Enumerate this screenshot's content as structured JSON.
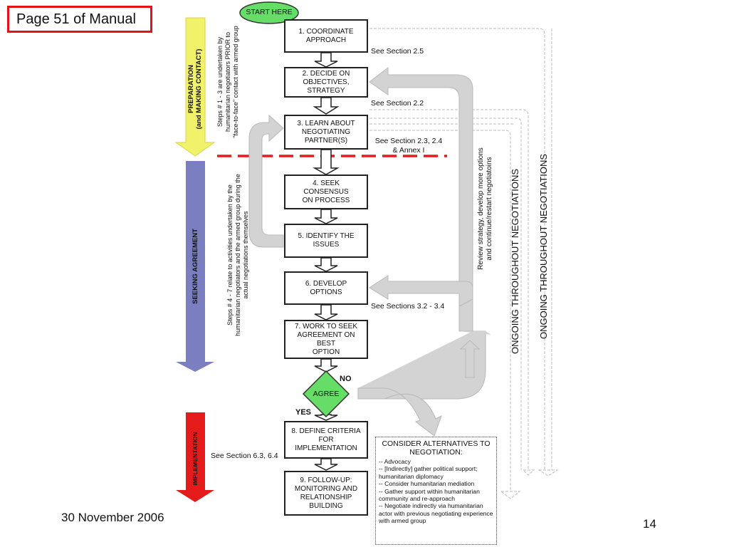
{
  "header": {
    "page_label": "Page 51 of Manual"
  },
  "footer": {
    "date": "30 November 2006",
    "slide_number": "14"
  },
  "start": {
    "label": "START HERE"
  },
  "phases": {
    "preparation": {
      "label": "PREPARATION\n(and MAKING CONTACT)",
      "color": "#f2f26a"
    },
    "seeking": {
      "label": "SEEKING AGREEMENT",
      "color": "#7b7fc1"
    },
    "implementation": {
      "label": "IMPLEMENTATION",
      "color": "#e51b1b"
    }
  },
  "phase_notes": {
    "preparation": "Steps # 1 - 3 are undertaken by\nhumanitarian negotiators PRIOR to\n\"face-to-face\" contact with armed group",
    "seeking": "Steps # 4 - 7 relate to activities undertaken by the\nhumanitarian negotiators and the armed group during the\nactual negotiations themselves"
  },
  "steps": [
    {
      "id": "1",
      "label": "1.  COORDINATE\nAPPROACH",
      "reference": "See Section 2.5"
    },
    {
      "id": "2",
      "label": "2.  DECIDE ON\nOBJECTIVES,\nSTRATEGY",
      "reference": "See Section 2.2"
    },
    {
      "id": "3",
      "label": "3.  LEARN ABOUT\nNEGOTIATING\nPARTNER(S)",
      "reference": "See Section 2.3, 2.4\n& Annex I"
    },
    {
      "id": "4",
      "label": "4.  SEEK CONSENSUS\nON PROCESS",
      "reference": ""
    },
    {
      "id": "5",
      "label": "5.  IDENTIFY THE\nISSUES",
      "reference": ""
    },
    {
      "id": "6",
      "label": "6.  DEVELOP OPTIONS",
      "reference": "See Sections 3.2 - 3.4"
    },
    {
      "id": "7",
      "label": "7.  WORK TO SEEK\nAGREEMENT ON BEST\nOPTION",
      "reference": ""
    },
    {
      "id": "8",
      "label": "8.  DEFINE CRITERIA\nFOR\nIMPLEMENTATION",
      "reference": "See Section 6.3, 6.4"
    },
    {
      "id": "9",
      "label": "9.  FOLLOW-UP:\nMONITORING AND\nRELATIONSHIP\nBUILDING",
      "reference": ""
    }
  ],
  "decision": {
    "label": "AGREE",
    "no_label": "NO",
    "yes_label": "YES"
  },
  "review_note": "Review strategy, develop more options\nand continue/restart negotiatoins",
  "ongoing": {
    "label_inner": "ONGOING THROUGHOUT NEGOTIATIONS",
    "label_outer": "ONGOING THROUGHOUT NEGOTIATIONS"
  },
  "alternatives": {
    "title": "CONSIDER ALTERNATIVES TO\nNEGOTIATION:",
    "items": [
      "-- Advocacy",
      "-- [Indirectly] gather political support; humanitarian diplomacy",
      "-- Consider humanitarian mediation",
      "-- Gather support within humanitarian community and re-approach",
      "-- Negotiate indirectly via humanitarian actor with previous negotiating experience with armed group"
    ]
  },
  "colors": {
    "decision": "#66dd66",
    "start": "#66dd66",
    "divider": "#e51b1b",
    "grey_arrow": "#d3d3d3"
  }
}
